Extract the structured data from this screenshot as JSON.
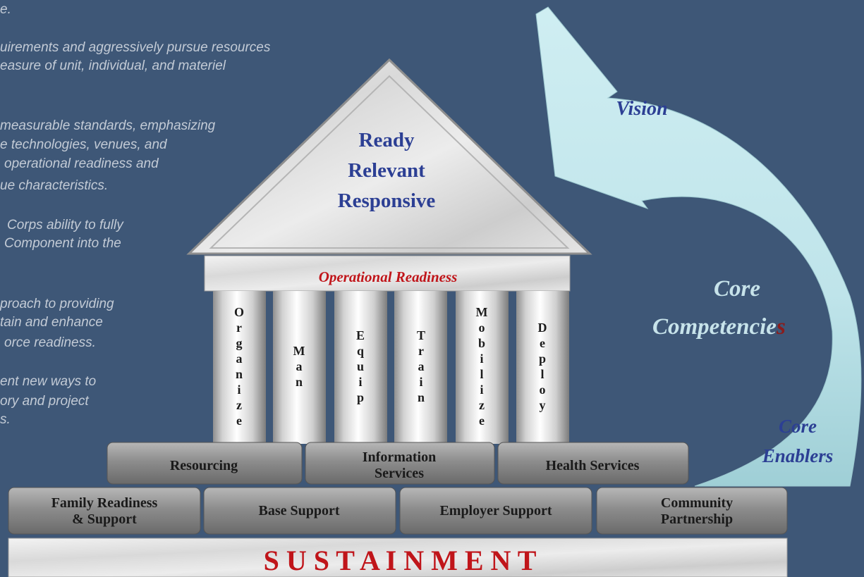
{
  "background_text": [
    "e.",
    "uirements and aggressively pursue resources",
    "easure of unit, individual, and materiel",
    "measurable standards, emphasizing",
    "e technologies, venues, and",
    "operational readiness and",
    "ue characteristics.",
    "Corps ability to fully",
    "Component into the",
    "proach to providing",
    "tain and enhance",
    "orce readiness.",
    "ent new ways to",
    "ory and project",
    "s."
  ],
  "roof": {
    "line1": "Ready",
    "line2": "Relevant",
    "line3": "Responsive"
  },
  "architrave": {
    "label": "Operational Readiness"
  },
  "pillars": [
    "Organize",
    "Man",
    "Equip",
    "Train",
    "Mobilize",
    "Deploy"
  ],
  "upper_step": [
    "Resourcing",
    "Information Services",
    "Health Services"
  ],
  "lower_step": [
    "Family Readiness & Support",
    "Base Support",
    "Employer Support",
    "Community Partnership"
  ],
  "foundation": {
    "label": "S U S T A I N M E N T"
  },
  "arrow_labels": {
    "vision": "Vision",
    "core_competencies_1": "Core",
    "core_competencies_2": "Competencie",
    "core_competencies_last": "s",
    "core_enablers_1": "Core",
    "core_enablers_2": "Enablers"
  },
  "colors": {
    "background": "#3e5777",
    "arrow": "#bfe4ea",
    "title_blue": "#2c3f94",
    "red": "#c0151a"
  }
}
